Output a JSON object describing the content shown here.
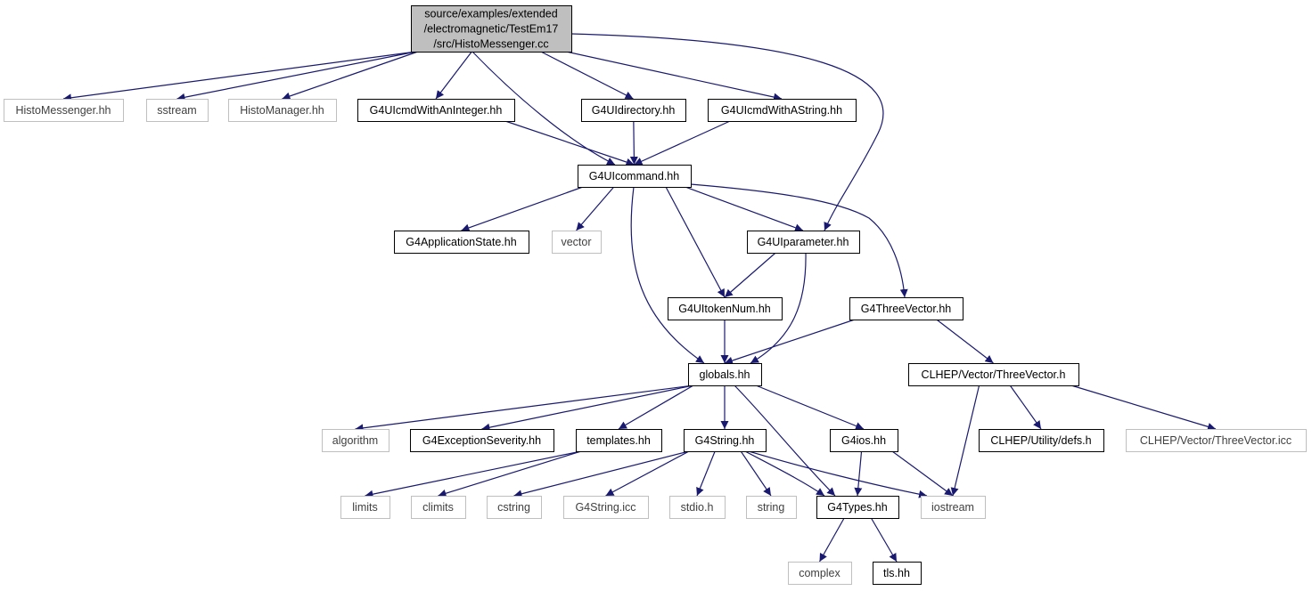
{
  "colors": {
    "edge": "#191970",
    "node_border": "#000000",
    "missing_border": "#bfbfbf",
    "root_fill": "#bfbfbf",
    "background": "#ffffff"
  },
  "nodes": [
    {
      "id": "root",
      "lines": [
        "source/examples/extended",
        "/electromagnetic/TestEm17",
        "/src/HistoMessenger.cc"
      ],
      "kind": "root"
    },
    {
      "id": "histomessenger_hh",
      "lines": [
        "HistoMessenger.hh"
      ],
      "kind": "missing"
    },
    {
      "id": "sstream",
      "lines": [
        "sstream"
      ],
      "kind": "missing"
    },
    {
      "id": "histomanager_hh",
      "lines": [
        "HistoManager.hh"
      ],
      "kind": "missing"
    },
    {
      "id": "g4uicmdwithaninteger",
      "lines": [
        "G4UIcmdWithAnInteger.hh"
      ],
      "kind": "normal"
    },
    {
      "id": "g4uidirectory",
      "lines": [
        "G4UIdirectory.hh"
      ],
      "kind": "normal"
    },
    {
      "id": "g4uicmdwithastring",
      "lines": [
        "G4UIcmdWithAString.hh"
      ],
      "kind": "normal"
    },
    {
      "id": "g4uicommand",
      "lines": [
        "G4UIcommand.hh"
      ],
      "kind": "normal"
    },
    {
      "id": "g4applicationstate",
      "lines": [
        "G4ApplicationState.hh"
      ],
      "kind": "normal"
    },
    {
      "id": "vector",
      "lines": [
        "vector"
      ],
      "kind": "missing"
    },
    {
      "id": "g4uiparameter",
      "lines": [
        "G4UIparameter.hh"
      ],
      "kind": "normal"
    },
    {
      "id": "g4uitokennum",
      "lines": [
        "G4UItokenNum.hh"
      ],
      "kind": "normal"
    },
    {
      "id": "g4threevector",
      "lines": [
        "G4ThreeVector.hh"
      ],
      "kind": "normal"
    },
    {
      "id": "globals",
      "lines": [
        "globals.hh"
      ],
      "kind": "normal"
    },
    {
      "id": "clhep_threevector_h",
      "lines": [
        "CLHEP/Vector/ThreeVector.h"
      ],
      "kind": "normal"
    },
    {
      "id": "algorithm",
      "lines": [
        "algorithm"
      ],
      "kind": "missing"
    },
    {
      "id": "g4exceptionseverity",
      "lines": [
        "G4ExceptionSeverity.hh"
      ],
      "kind": "normal"
    },
    {
      "id": "templates",
      "lines": [
        "templates.hh"
      ],
      "kind": "normal"
    },
    {
      "id": "g4string",
      "lines": [
        "G4String.hh"
      ],
      "kind": "normal"
    },
    {
      "id": "g4ios",
      "lines": [
        "G4ios.hh"
      ],
      "kind": "normal"
    },
    {
      "id": "clhep_defs",
      "lines": [
        "CLHEP/Utility/defs.h"
      ],
      "kind": "normal"
    },
    {
      "id": "clhep_threevector_icc",
      "lines": [
        "CLHEP/Vector/ThreeVector.icc"
      ],
      "kind": "missing"
    },
    {
      "id": "limits",
      "lines": [
        "limits"
      ],
      "kind": "missing"
    },
    {
      "id": "climits",
      "lines": [
        "climits"
      ],
      "kind": "missing"
    },
    {
      "id": "cstring",
      "lines": [
        "cstring"
      ],
      "kind": "missing"
    },
    {
      "id": "g4string_icc",
      "lines": [
        "G4String.icc"
      ],
      "kind": "missing"
    },
    {
      "id": "stdio_h",
      "lines": [
        "stdio.h"
      ],
      "kind": "missing"
    },
    {
      "id": "string",
      "lines": [
        "string"
      ],
      "kind": "missing"
    },
    {
      "id": "g4types",
      "lines": [
        "G4Types.hh"
      ],
      "kind": "normal"
    },
    {
      "id": "iostream",
      "lines": [
        "iostream"
      ],
      "kind": "missing"
    },
    {
      "id": "complex",
      "lines": [
        "complex"
      ],
      "kind": "missing"
    },
    {
      "id": "tls",
      "lines": [
        "tls.hh"
      ],
      "kind": "normal"
    }
  ],
  "edges": [
    {
      "from": "root",
      "to": "histomessenger_hh"
    },
    {
      "from": "root",
      "to": "sstream"
    },
    {
      "from": "root",
      "to": "histomanager_hh"
    },
    {
      "from": "root",
      "to": "g4uicmdwithaninteger"
    },
    {
      "from": "root",
      "to": "g4uicommand"
    },
    {
      "from": "root",
      "to": "g4uidirectory"
    },
    {
      "from": "root",
      "to": "g4uicmdwithastring"
    },
    {
      "from": "root",
      "to": "g4uiparameter"
    },
    {
      "from": "g4uicmdwithaninteger",
      "to": "g4uicommand"
    },
    {
      "from": "g4uidirectory",
      "to": "g4uicommand"
    },
    {
      "from": "g4uicmdwithastring",
      "to": "g4uicommand"
    },
    {
      "from": "g4uicommand",
      "to": "g4applicationstate"
    },
    {
      "from": "g4uicommand",
      "to": "vector"
    },
    {
      "from": "g4uicommand",
      "to": "g4uiparameter"
    },
    {
      "from": "g4uicommand",
      "to": "g4uitokennum"
    },
    {
      "from": "g4uicommand",
      "to": "globals"
    },
    {
      "from": "g4uicommand",
      "to": "g4threevector"
    },
    {
      "from": "g4uiparameter",
      "to": "g4uitokennum"
    },
    {
      "from": "g4uiparameter",
      "to": "globals"
    },
    {
      "from": "g4uitokennum",
      "to": "globals"
    },
    {
      "from": "g4threevector",
      "to": "globals"
    },
    {
      "from": "g4threevector",
      "to": "clhep_threevector_h"
    },
    {
      "from": "globals",
      "to": "algorithm"
    },
    {
      "from": "globals",
      "to": "g4exceptionseverity"
    },
    {
      "from": "globals",
      "to": "templates"
    },
    {
      "from": "globals",
      "to": "g4string"
    },
    {
      "from": "globals",
      "to": "g4ios"
    },
    {
      "from": "globals",
      "to": "g4types"
    },
    {
      "from": "clhep_threevector_h",
      "to": "iostream"
    },
    {
      "from": "clhep_threevector_h",
      "to": "clhep_defs"
    },
    {
      "from": "clhep_threevector_h",
      "to": "clhep_threevector_icc"
    },
    {
      "from": "templates",
      "to": "limits"
    },
    {
      "from": "templates",
      "to": "climits"
    },
    {
      "from": "g4string",
      "to": "cstring"
    },
    {
      "from": "g4string",
      "to": "g4string_icc"
    },
    {
      "from": "g4string",
      "to": "stdio_h"
    },
    {
      "from": "g4string",
      "to": "string"
    },
    {
      "from": "g4string",
      "to": "g4types"
    },
    {
      "from": "g4string",
      "to": "iostream"
    },
    {
      "from": "g4ios",
      "to": "g4types"
    },
    {
      "from": "g4ios",
      "to": "iostream"
    },
    {
      "from": "g4types",
      "to": "complex"
    },
    {
      "from": "g4types",
      "to": "tls"
    }
  ]
}
